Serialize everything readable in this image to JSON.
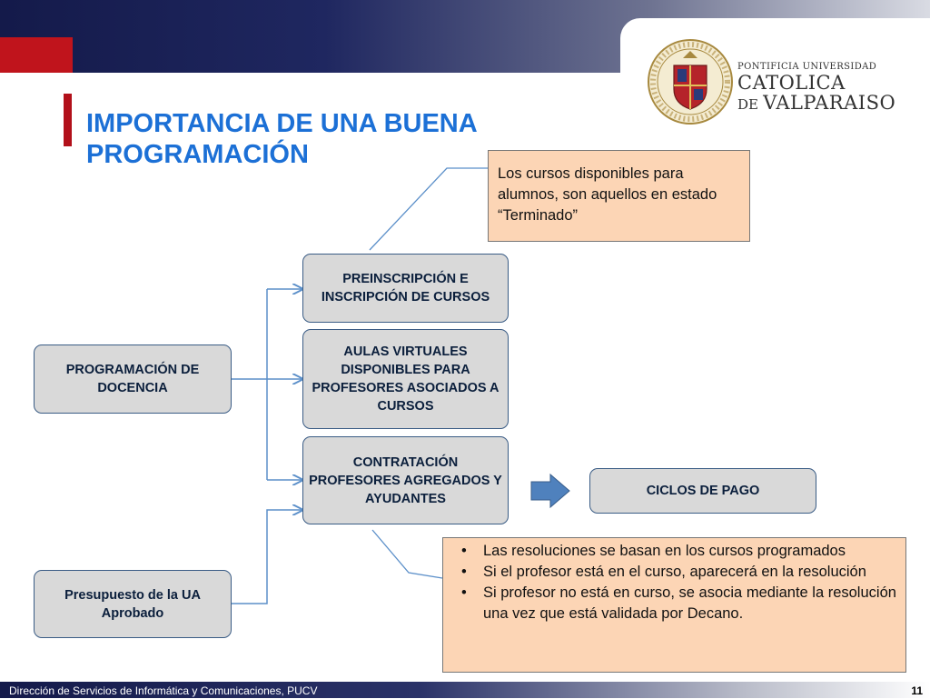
{
  "title": {
    "line1": "IMPORTANCIA DE UNA BUENA",
    "line2": "PROGRAMACIÓN"
  },
  "university": {
    "line1": "PONTIFICIA UNIVERSIDAD",
    "line2": "CATOLICA",
    "line3_prefix": "DE",
    "line3_main": "VALPARAISO"
  },
  "nodes": {
    "programacion_docencia": "PROGRAMACIÓN DE DOCENCIA",
    "presupuesto": "Presupuesto de la UA Aprobado",
    "preinscripcion": "PREINSCRIPCIÓN E INSCRIPCIÓN DE CURSOS",
    "aulas_virtuales": "AULAS VIRTUALES DISPONIBLES PARA PROFESORES ASOCIADOS A CURSOS",
    "contratacion": "CONTRATACIÓN PROFESORES AGREGADOS Y AYUDANTES",
    "ciclos_pago": "CICLOS DE PAGO"
  },
  "notes": {
    "top": "Los cursos disponibles para alumnos, son aquellos en estado “Terminado”",
    "bullet_symbol": "•",
    "bullets": [
      "Las resoluciones se basan en los cursos programados",
      "Si el profesor está en el curso, aparecerá en la resolución",
      "Si profesor no está en curso, se asocia mediante la resolución una vez que está validada por Decano."
    ]
  },
  "footer": {
    "text": "Dirección de Servicios de Informática y Comunicaciones, PUCV",
    "page": "11"
  },
  "colors": {
    "title": "#1c70d6",
    "accent_red": "#c0141c",
    "node_fill": "#d9d9d9",
    "node_border": "#3a5c85",
    "note_fill": "#fcd5b5",
    "connector": "#5b8fc9",
    "arrow": "#4f81bd"
  }
}
